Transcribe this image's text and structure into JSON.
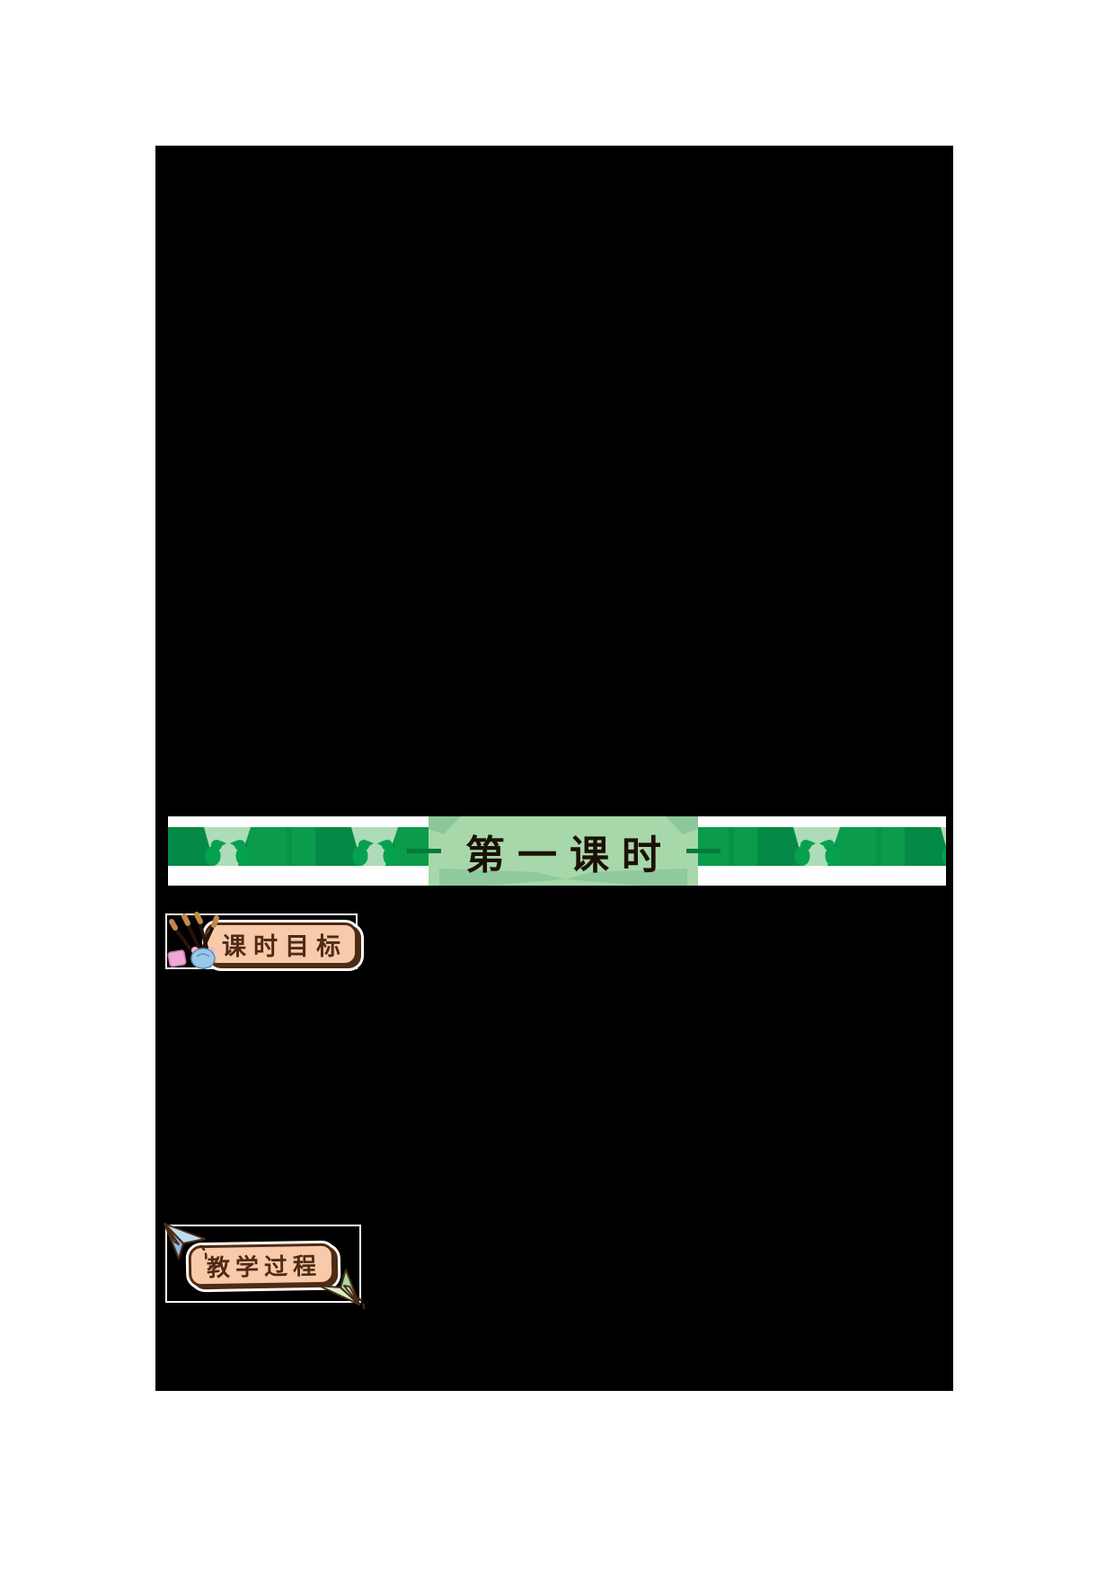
{
  "document": {
    "kind": "lesson-plan-page",
    "page_background": "#ffffff",
    "content_block_color": "#000000"
  },
  "banner": {
    "title": "第一课时",
    "title_color": "#1d1106",
    "panel_green": "#a6d8a9",
    "panel_fold_green": "#8cc79a",
    "strip_dark_green": "#048a46",
    "strip_medium_green": "#0a9b4b",
    "strip_light_green": "#aedbb8",
    "bird_green": "#05a14e",
    "dash_color": "#067a3c"
  },
  "sections": [
    {
      "label": "课时目标",
      "icon": "calligraphy-brushes-icon"
    },
    {
      "label": "教学过程",
      "icon": "paper-planes-icon"
    }
  ],
  "badge_style": {
    "pill_fill": "#f8caaa",
    "pill_border": "#4f2b15",
    "label_color": "#4f2b15",
    "frame_border": "#fdfdfd"
  },
  "decorations": {
    "brush_shaft": "#241309",
    "brush_tip": "#c08a4c",
    "pink_mascot": "#efa9d4",
    "blue_mascot": "#9ac9eb",
    "blue_plane": "#bbddf2",
    "blue_plane_shade": "#8fb9db",
    "green_plane": "#d3eec3",
    "green_plane_shade": "#a8d9a2",
    "plane_outline": "#4a2a15"
  }
}
